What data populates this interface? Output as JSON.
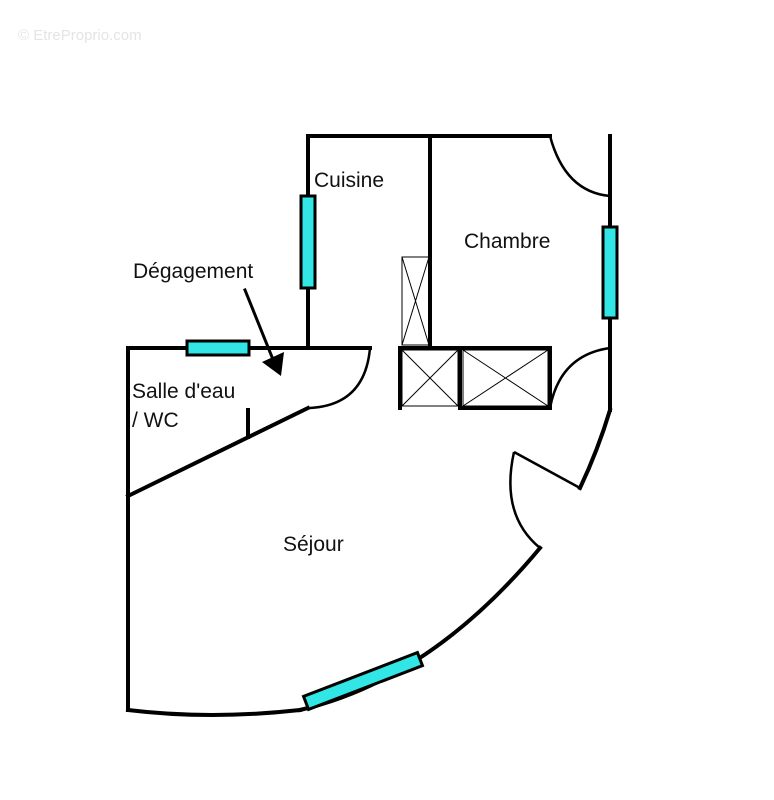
{
  "watermark": "© EtreProprio.com",
  "rooms": {
    "kitchen": "Cuisine",
    "bedroom": "Chambre",
    "hallway": "Dégagement",
    "bathroom_line1": "Salle d'eau",
    "bathroom_line2": "/ WC",
    "living": "Séjour"
  },
  "colors": {
    "window": "#33e6e6",
    "wall": "#000000",
    "background": "#ffffff",
    "text": "#111111"
  }
}
